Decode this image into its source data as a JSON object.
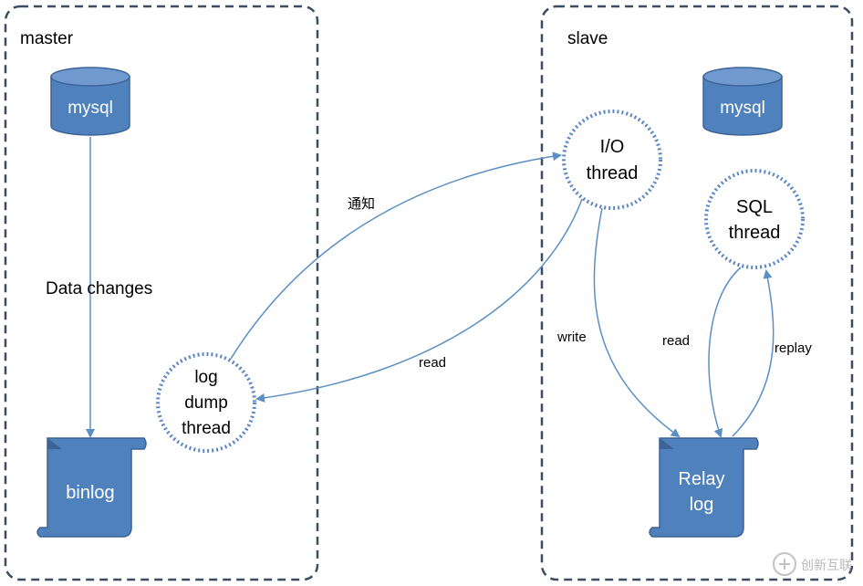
{
  "master": {
    "title": "master",
    "db_label": "mysql",
    "binlog_label": "binlog",
    "dump_thread": [
      "log",
      "dump",
      "thread"
    ],
    "data_changes_label": "Data changes"
  },
  "slave": {
    "title": "slave",
    "db_label": "mysql",
    "io_thread": [
      "I/O",
      "thread"
    ],
    "sql_thread": [
      "SQL",
      "thread"
    ],
    "relay_log": [
      "Relay",
      "log"
    ]
  },
  "edges": {
    "notify": "通知",
    "read_binlog": "read",
    "write": "write",
    "read_relay": "read",
    "replay": "replay"
  },
  "watermark": {
    "text": "创新互联"
  },
  "colors": {
    "box_border": "#3a4d63",
    "shape_fill": "#4f81bd",
    "shape_dark": "#3b6396",
    "shape_top": "#6f99cf",
    "circle_border": "#5b86c4",
    "arrow": "#5b8fc4"
  }
}
